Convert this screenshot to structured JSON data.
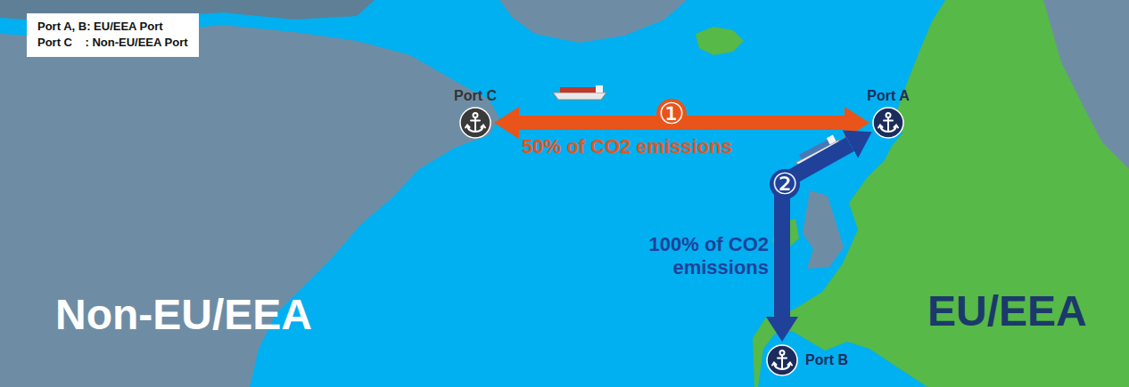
{
  "diagram": {
    "nodes": [
      {
        "text": [
          "Port A, B: EU/EEA Port",
          "Port C    : Non-EU/EEA Port"
        ]
      },
      {
        "text": [
          "Port C"
        ]
      },
      {
        "text": [
          "Port A"
        ]
      },
      {
        "text": [
          "Port B"
        ]
      }
    ],
    "edges": [
      {
        "from": 1,
        "to": 2,
        "arrow": "both",
        "label": "50% of CO2 emissions"
      },
      {
        "from": 2,
        "to": 3,
        "arrow": "both",
        "label": "100% of CO2 emissions"
      }
    ],
    "labels": [
      "①",
      "②",
      "Non-EU/EEA",
      "EU/EEA"
    ]
  }
}
